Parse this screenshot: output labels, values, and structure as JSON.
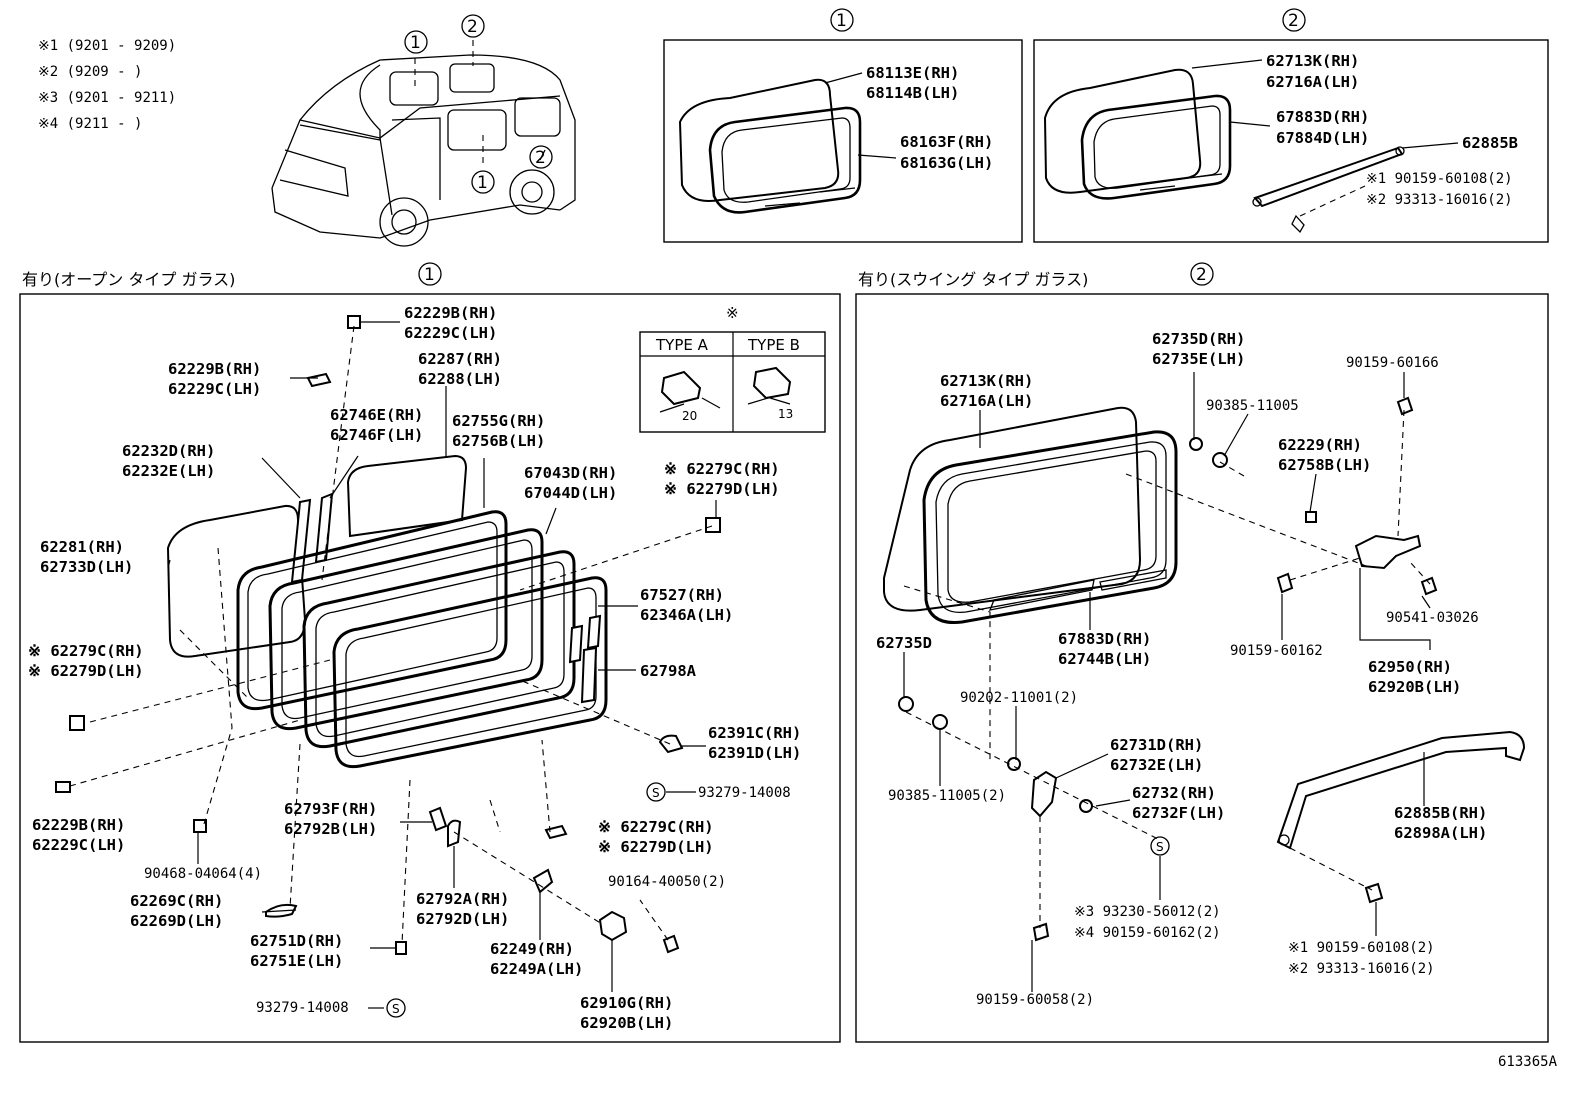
{
  "notes": [
    "※1 (9201 - 9209)",
    "※2 (9209 -      )",
    "※3 (9201 - 9211)",
    "※4 (9211 -      )"
  ],
  "markers": {
    "one": "1",
    "two": "2",
    "asterisk": "※",
    "s": "S"
  },
  "top_left_panel": {
    "labels": [
      "68113E(RH)",
      "68114B(LH)",
      "68163F(RH)",
      "68163G(LH)"
    ]
  },
  "top_right_panel": {
    "labels": [
      "62713K(RH)",
      "62716A(LH)",
      "67883D(RH)",
      "67884D(LH)",
      "62885B",
      "※1  90159-60108(2)",
      "※2  93313-16016(2)"
    ]
  },
  "left_section": {
    "heading": "有り(オープン タイプ ガラス)",
    "type_box": {
      "type_a": "TYPE A",
      "type_b": "TYPE B",
      "dim_a": "20",
      "dim_b": "13"
    },
    "labels": [
      "62229B(RH)",
      "62229C(LH)",
      "62229B(RH)",
      "62229C(LH)",
      "62287(RH)",
      "62288(LH)",
      "62746E(RH)",
      "62746F(LH)",
      "62755G(RH)",
      "62756B(LH)",
      "62232D(RH)",
      "62232E(LH)",
      "67043D(RH)",
      "67044D(LH)",
      "※ 62279C(RH)",
      "※ 62279D(LH)",
      "62281(RH)",
      "62733D(LH)",
      "67527(RH)",
      "62346A(LH)",
      "※ 62279C(RH)",
      "※ 62279D(LH)",
      "62798A",
      "62391C(RH)",
      "62391D(LH)",
      "93279-14008",
      "62229B(RH)",
      "62229C(LH)",
      "62793F(RH)",
      "62792B(LH)",
      "※ 62279C(RH)",
      "※ 62279D(LH)",
      "90468-04064(4)",
      "90164-40050(2)",
      "62269C(RH)",
      "62269D(LH)",
      "62792A(RH)",
      "62792D(LH)",
      "62249(RH)",
      "62249A(LH)",
      "62751D(RH)",
      "62751E(LH)",
      "93279-14008",
      "62910G(RH)",
      "62920B(LH)"
    ]
  },
  "right_section": {
    "heading": "有り(スウイング タイプ ガラス)",
    "labels": [
      "62735D(RH)",
      "62735E(LH)",
      "90159-60166",
      "62713K(RH)",
      "62716A(LH)",
      "90385-11005",
      "62229(RH)",
      "62758B(LH)",
      "90541-03026",
      "67883D(RH)",
      "62744B(LH)",
      "62735D",
      "90159-60162",
      "62950(RH)",
      "62920B(LH)",
      "90202-11001(2)",
      "62731D(RH)",
      "62732E(LH)",
      "90385-11005(2)",
      "62732(RH)",
      "62732F(LH)",
      "62885B(RH)",
      "62898A(LH)",
      "※3  93230-56012(2)",
      "※4  90159-60162(2)",
      "※1  90159-60108(2)",
      "※2  93313-16016(2)",
      "90159-60058(2)"
    ]
  },
  "figure_id": "613365A"
}
